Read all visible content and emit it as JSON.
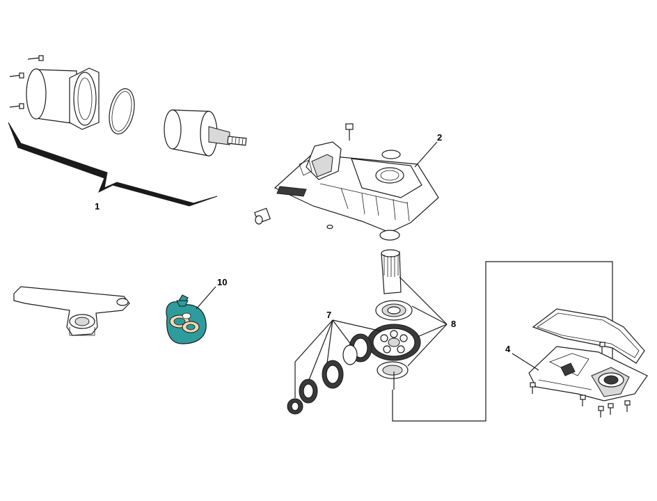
{
  "callouts": {
    "c1": "1",
    "c2": "2",
    "c4": "4",
    "c7": "7",
    "c8": "8",
    "c10": "10"
  },
  "colors": {
    "line": "#1a1a1a",
    "bag_fill": "#2e9c9c"
  }
}
